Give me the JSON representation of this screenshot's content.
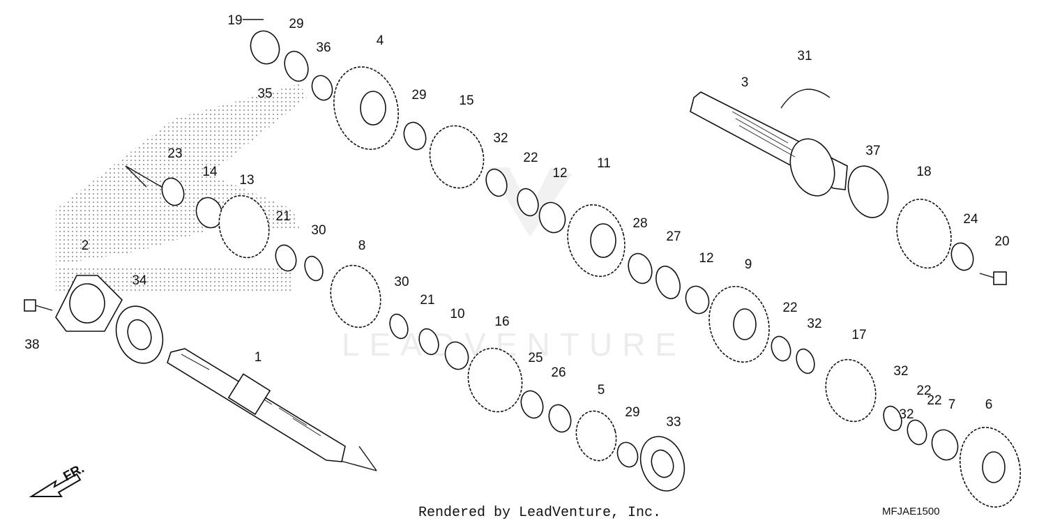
{
  "diagram": {
    "part_labels": [
      "1",
      "2",
      "3",
      "4",
      "5",
      "6",
      "7",
      "8",
      "9",
      "10",
      "11",
      "12",
      "12",
      "13",
      "14",
      "15",
      "16",
      "17",
      "18",
      "19",
      "20",
      "21",
      "21",
      "22",
      "22",
      "22",
      "22",
      "23",
      "24",
      "25",
      "26",
      "27",
      "28",
      "29",
      "29",
      "29",
      "30",
      "30",
      "31",
      "32",
      "32",
      "32",
      "32",
      "33",
      "34",
      "35",
      "36",
      "37",
      "38"
    ],
    "direction_label": "FR.",
    "footer_credit": "Rendered by LeadVenture, Inc.",
    "diagram_code": "MFJAE1500",
    "watermark": "LEADVENTURE"
  }
}
